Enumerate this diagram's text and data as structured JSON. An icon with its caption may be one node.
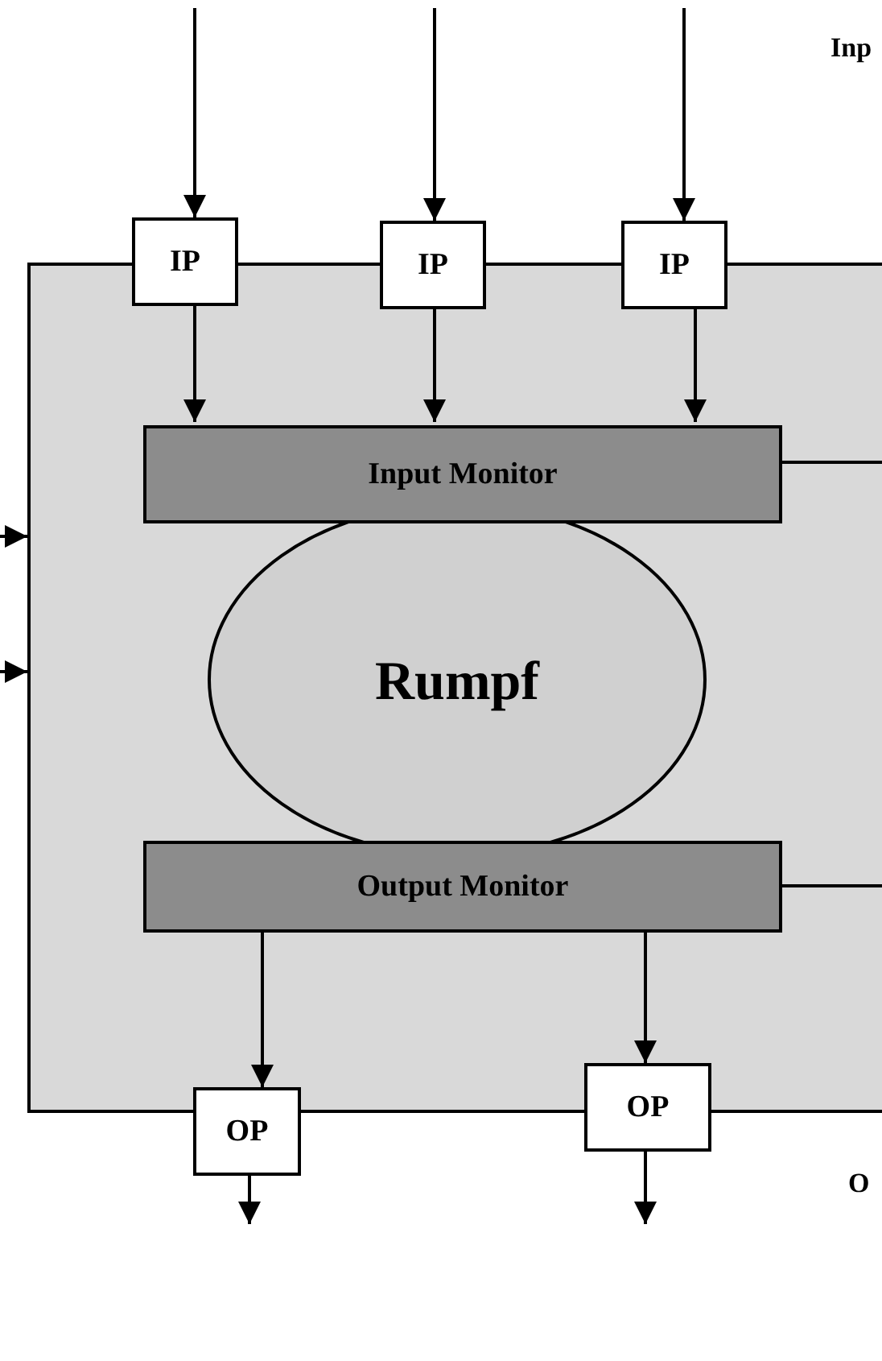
{
  "diagram": {
    "nodes": [
      {
        "text": [],
        "shape": "box"
      },
      {
        "text": [
          "IP"
        ]
      },
      {
        "text": [
          "IP"
        ]
      },
      {
        "text": [
          "IP"
        ]
      },
      {
        "text": [
          "Input Monitor"
        ],
        "in": 0
      },
      {
        "text": [
          "Rumpf"
        ],
        "in": 0
      },
      {
        "text": [
          "Output Monitor"
        ],
        "in": 0
      },
      {
        "text": [
          "OP"
        ]
      },
      {
        "text": [
          "OP"
        ]
      }
    ],
    "edges": [
      {
        "from": null,
        "to": 1,
        "arrow": "to"
      },
      {
        "from": null,
        "to": 2,
        "arrow": "to"
      },
      {
        "from": null,
        "to": 3,
        "arrow": "to"
      },
      {
        "from": 1,
        "to": 4,
        "arrow": "to"
      },
      {
        "from": 2,
        "to": 4,
        "arrow": "to"
      },
      {
        "from": 3,
        "to": 4,
        "arrow": "to"
      },
      {
        "from": null,
        "to": 0,
        "arrow": "to"
      },
      {
        "from": null,
        "to": 0,
        "arrow": "to"
      },
      {
        "from": 4,
        "to": null,
        "arrow": "none"
      },
      {
        "from": 6,
        "to": null,
        "arrow": "none"
      },
      {
        "from": 6,
        "to": 7,
        "arrow": "to"
      },
      {
        "from": 6,
        "to": 8,
        "arrow": "to"
      },
      {
        "from": 7,
        "to": null,
        "arrow": "to"
      },
      {
        "from": 8,
        "to": null,
        "arrow": "to"
      }
    ],
    "labels": [
      "Inp",
      "O"
    ]
  }
}
